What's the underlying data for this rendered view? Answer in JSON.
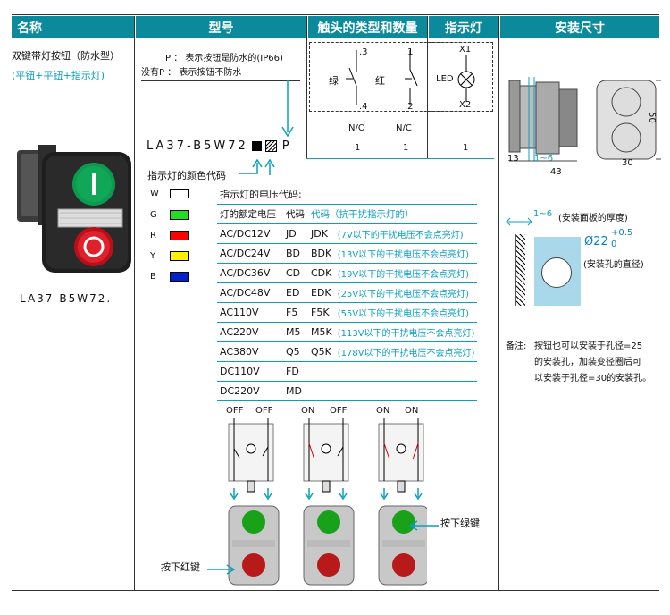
{
  "headers": {
    "name": "名称",
    "model": "型号",
    "contacts": "触头的类型和数量",
    "indicator": "指示灯",
    "mount": "安装尺寸"
  },
  "product": {
    "name": "双键带灯按钮（防水型）",
    "subtitle": "(平钮+平钮+指示灯)",
    "model": "LA37-B5W72.",
    "btn_top": "I",
    "btn_bot": "O"
  },
  "model_col": {
    "p_line": "P ： 表示按钮是防水的(IP66)",
    "nop_line": "没有P ： 表示按钮不防水",
    "code_prefix": "LA37-B5W72",
    "code_suffix": "P",
    "color_caption": "指示灯的颜色代码",
    "voltage_caption": "指示灯的电压代码:"
  },
  "colors": [
    {
      "code": "W",
      "hex": "#ffffff"
    },
    {
      "code": "G",
      "hex": "#22dd22"
    },
    {
      "code": "R",
      "hex": "#ff0000"
    },
    {
      "code": "Y",
      "hex": "#ffee00"
    },
    {
      "code": "B",
      "hex": "#0022cc"
    }
  ],
  "voltage_table": {
    "headers": [
      "灯的额定电压",
      "代码",
      "代码（抗干扰指示灯的）"
    ],
    "rows": [
      [
        "AC/DC12V",
        "JD",
        "JDK",
        "(7V以下的干扰电压不会点亮灯)"
      ],
      [
        "AC/DC24V",
        "BD",
        "BDK",
        "(13V以下的干扰电压不会点亮灯)"
      ],
      [
        "AC/DC36V",
        "CD",
        "CDK",
        "(19V以下的干扰电压不会点亮灯)"
      ],
      [
        "AC/DC48V",
        "ED",
        "EDK",
        "(25V以下的干扰电压不会点亮灯)"
      ],
      [
        "AC110V",
        "F5",
        "F5K",
        "(55V以下的干扰电压不会点亮灯)"
      ],
      [
        "AC220V",
        "M5",
        "M5K",
        "(113V以下的干扰电压不会点亮灯)"
      ],
      [
        "AC380V",
        "Q5",
        "Q5K",
        "(178V以下的干扰电压不会点亮灯)"
      ],
      [
        "DC110V",
        "FD",
        "",
        ""
      ],
      [
        "DC220V",
        "MD",
        "",
        ""
      ]
    ]
  },
  "contacts": {
    "n1": ".3",
    "n2": ".1",
    "n3": ".4",
    "n4": ".2",
    "green": "绿",
    "red": "红",
    "no": "N/O",
    "nc": "N/C",
    "no_qty": "1",
    "nc_qty": "1"
  },
  "indicator": {
    "x1": "X1",
    "x2": "X2",
    "led": "LED",
    "qty": "1"
  },
  "states": [
    [
      "OFF",
      "OFF"
    ],
    [
      "ON",
      "OFF"
    ],
    [
      "ON",
      "ON"
    ]
  ],
  "labels": {
    "press_red": "按下红键",
    "press_green": "按下绿键"
  },
  "mount": {
    "d13": "13",
    "d16": "1~6",
    "d43": "43",
    "d30": "30",
    "d50": "50",
    "panel_label": "1~6",
    "panel_note": "(安装面板的厚度)",
    "hole": "Ø22",
    "tol_up": "+0.5",
    "tol_dn": "0",
    "hole_note": "(安装孔的直径)",
    "remark_label": "备注:",
    "remark": [
      "按钮也可以安装于孔径=25",
      "的安装孔，加装变径圈后可",
      "以安装于孔径=30的安装孔。"
    ]
  }
}
